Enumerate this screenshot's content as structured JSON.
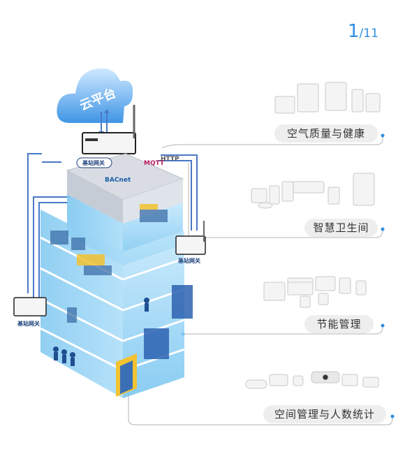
{
  "pager": {
    "current": "1",
    "total": "/11"
  },
  "cloud": {
    "label": "云平台"
  },
  "gateway_label": "基站网关",
  "protocols": {
    "http": "HTTP",
    "mqtt": "MQTT",
    "bacnet": "BACnet"
  },
  "categories": [
    {
      "label": "空气质量与健康"
    },
    {
      "label": "智慧卫生间"
    },
    {
      "label": "节能管理"
    },
    {
      "label": "空间管理与人数统计"
    }
  ],
  "colors": {
    "accent": "#2e8fe0",
    "pill_bg": "#eeeeee",
    "building_glass": "#8fd0f5",
    "arrow": "#4a78c8"
  }
}
